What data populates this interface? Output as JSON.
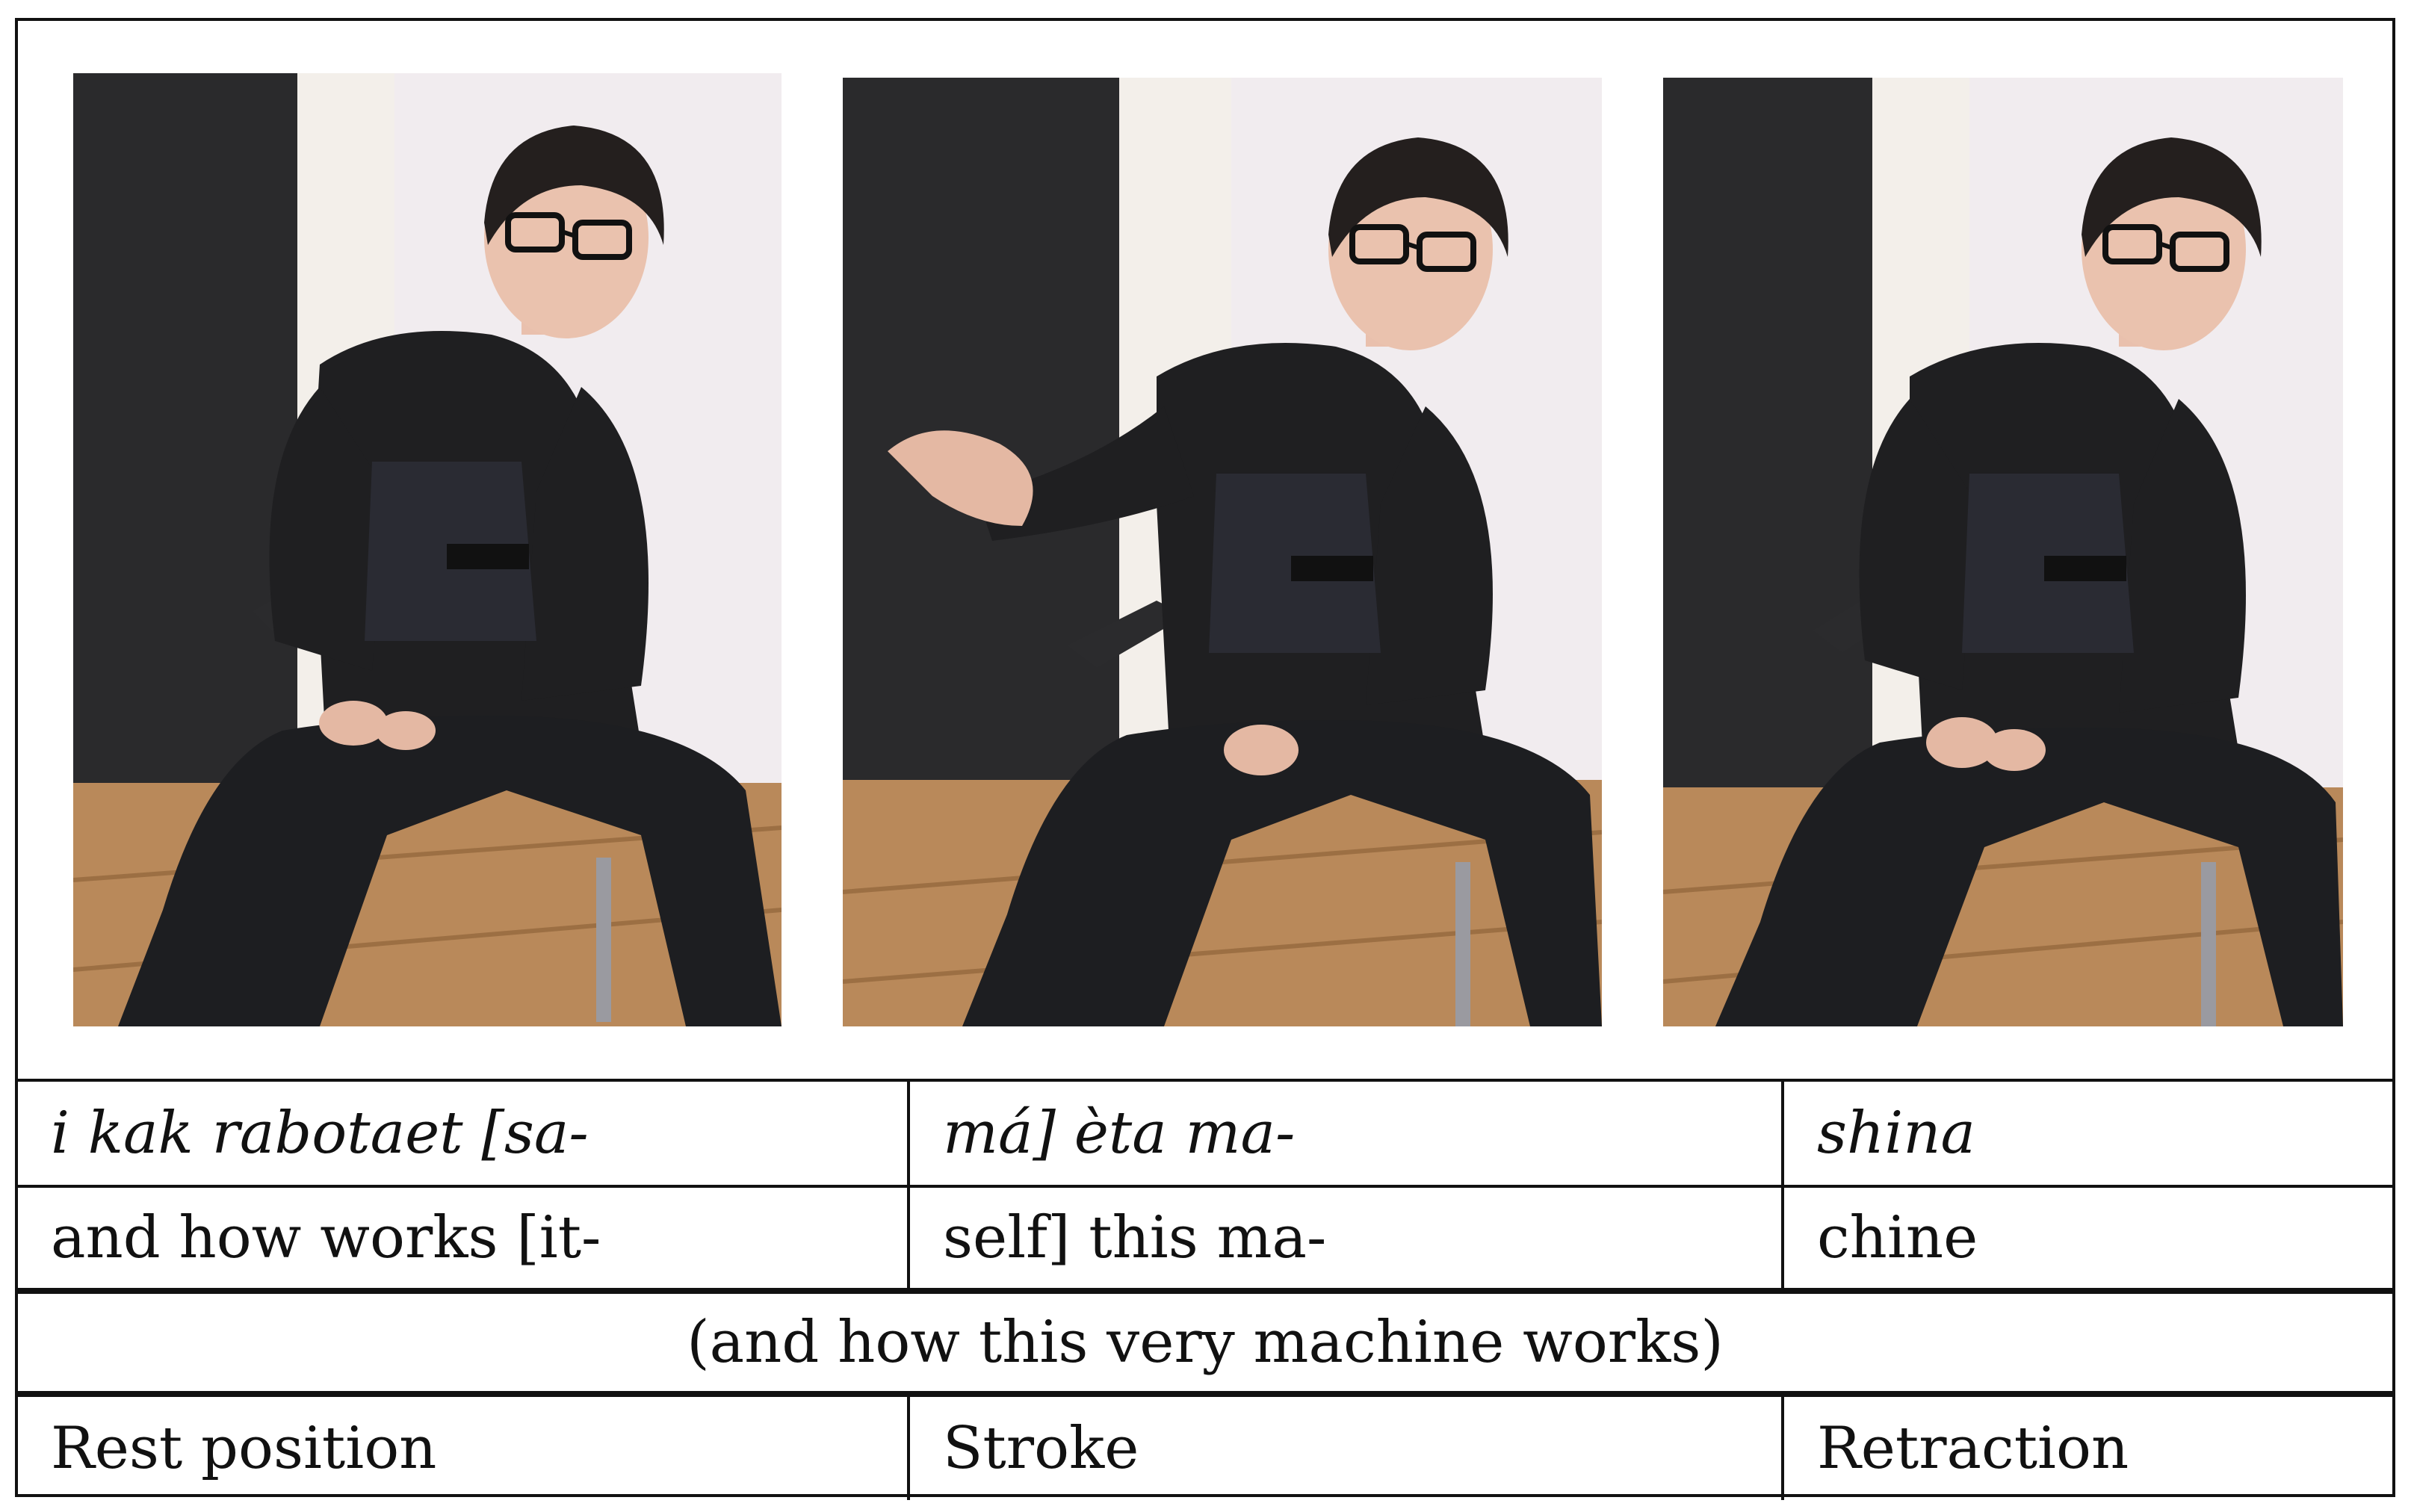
{
  "photos": [
    {
      "alt_icon": "person-seated-rest-position"
    },
    {
      "alt_icon": "person-seated-stroke-gesture"
    },
    {
      "alt_icon": "person-seated-retraction"
    }
  ],
  "table": {
    "row_transliteration": [
      "i kak rabotaet [sa-",
      "má] èta ma-",
      "shina"
    ],
    "row_gloss": [
      "and how works [it-",
      "self] this ma-",
      "chine"
    ],
    "translation": "(and how this very machine works)",
    "row_phase": [
      "Rest position",
      "Stroke",
      "Retraction"
    ]
  },
  "colors": {
    "border": "#111111",
    "jacket": "#1f1f21",
    "floor": "#b9895a"
  }
}
